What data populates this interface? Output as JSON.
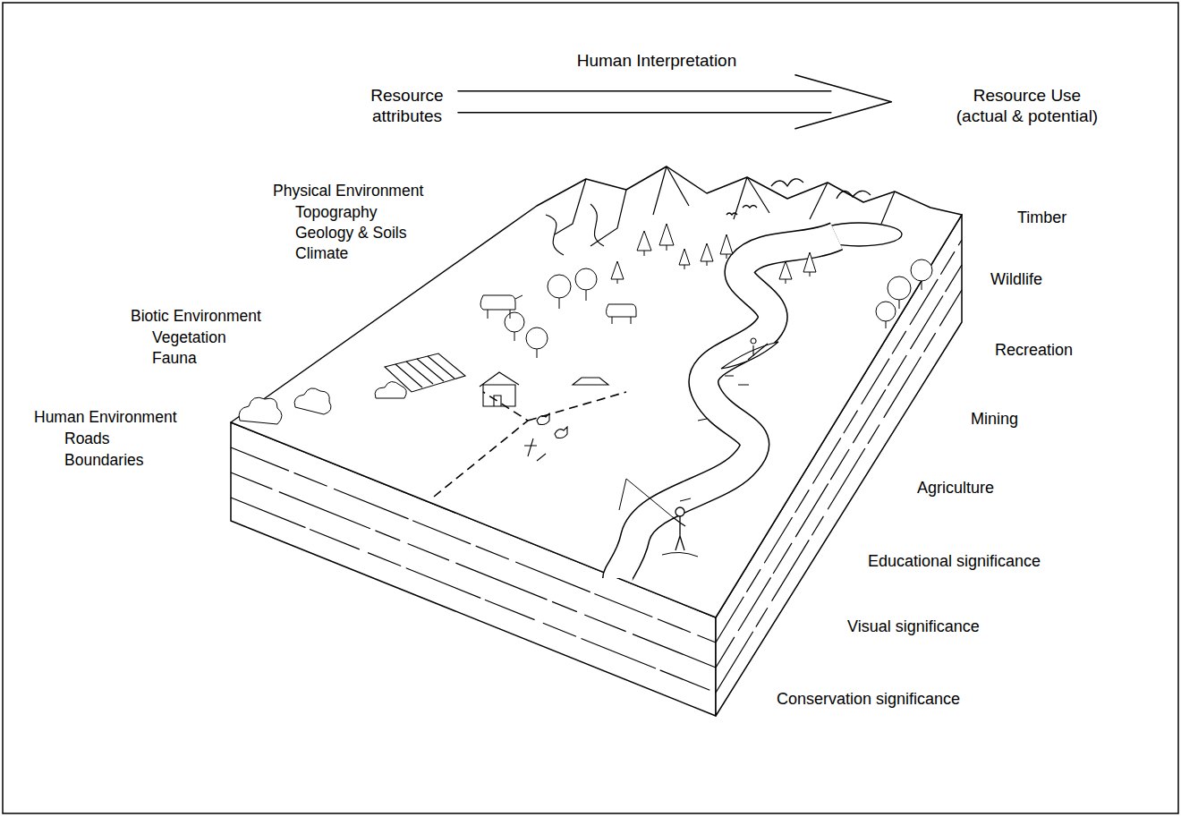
{
  "diagram": {
    "nodes": [
      {
        "text": [
          "Resource attributes"
        ]
      },
      {
        "text": [
          "Resource Use",
          "(actual & potential)"
        ]
      }
    ],
    "edges": [
      {
        "from": 0,
        "to": 1,
        "arrow": "to",
        "label": "Human Interpretation"
      }
    ],
    "labels": [
      "Physical Environment",
      "Topography",
      "Geology & Soils",
      "Climate",
      "Biotic Environment",
      "Vegetation",
      "Fauna",
      "Human Environment",
      "Roads",
      "Boundaries",
      "Timber",
      "Wildlife",
      "Recreation",
      "Mining",
      "Agriculture",
      "Educational significance",
      "Visual significance",
      "Conservation significance"
    ]
  }
}
